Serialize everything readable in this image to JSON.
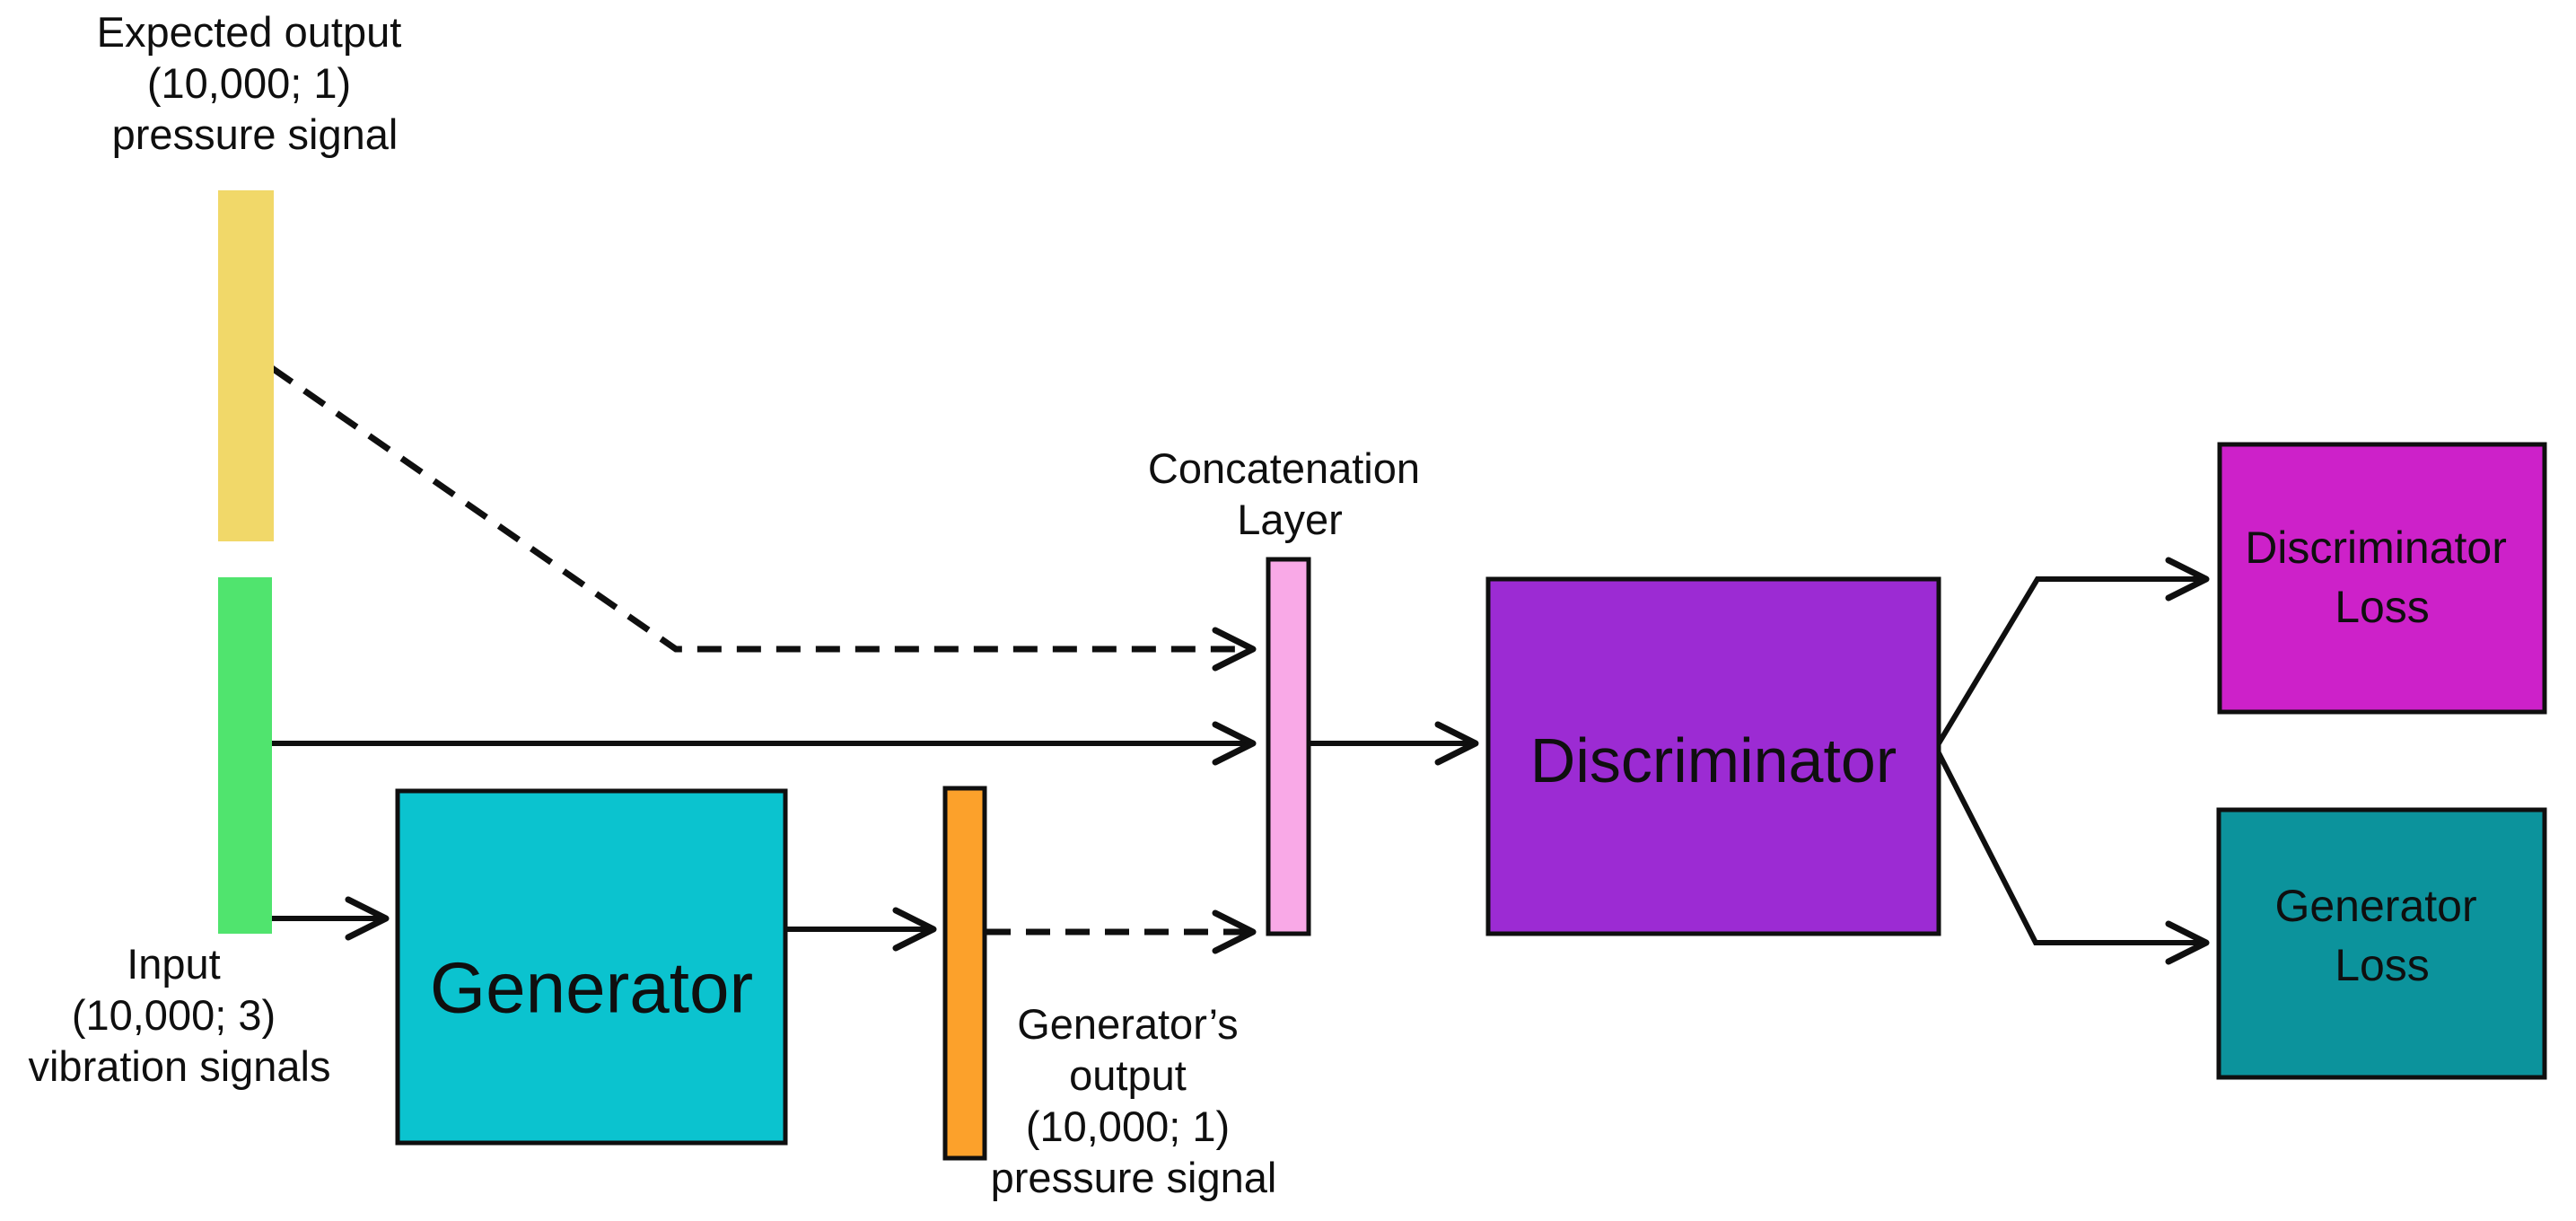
{
  "colors": {
    "expected_output_bar": "#F1D869",
    "input_bar": "#50E46E",
    "generator_box": "#0BC3CF",
    "generator_output_bar": "#FCA12B",
    "concatenation_bar": "#F9A9E7",
    "discriminator_box": "#9C2BD3",
    "discriminator_loss_box": "#CD21C9",
    "generator_loss_box": "#0C939C",
    "line": "#0f0f0f"
  },
  "labels": {
    "expected_output": [
      "Expected output",
      "(10,000; 1)",
      "pressure signal"
    ],
    "input": [
      "Input",
      "(10,000; 3)",
      "vibration signals"
    ],
    "generator": "Generator",
    "generators_output": [
      "Generator’s",
      "output",
      "(10,000; 1)",
      "pressure signal"
    ],
    "concatenation": [
      "Concatenation",
      "Layer"
    ],
    "discriminator": "Discriminator",
    "discriminator_loss": [
      "Discriminator",
      "Loss"
    ],
    "generator_loss": [
      "Generator",
      "Loss"
    ]
  }
}
